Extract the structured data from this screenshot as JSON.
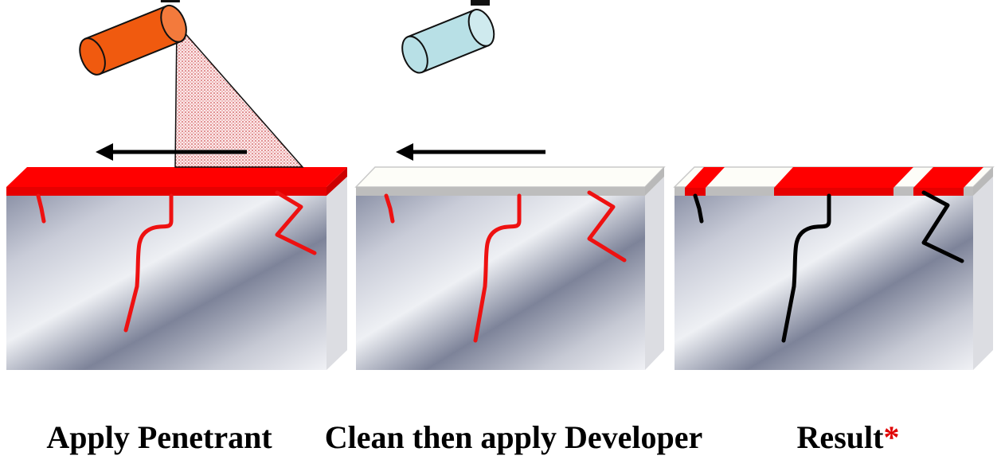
{
  "steps": [
    {
      "caption": "Apply Penetrant"
    },
    {
      "caption": "Clean then apply Developer"
    },
    {
      "caption": "Result",
      "marker": "*"
    }
  ],
  "colors": {
    "penetrant": "#ee1111",
    "penetrant_can": "#f05a0f",
    "developer_can": "#b8e0e6",
    "crack_result": "#000000",
    "developer_layer": "#fdfdf8",
    "asterisk": "#e00000"
  },
  "icons": [
    "spray-can-icon",
    "direction-arrow-icon"
  ]
}
